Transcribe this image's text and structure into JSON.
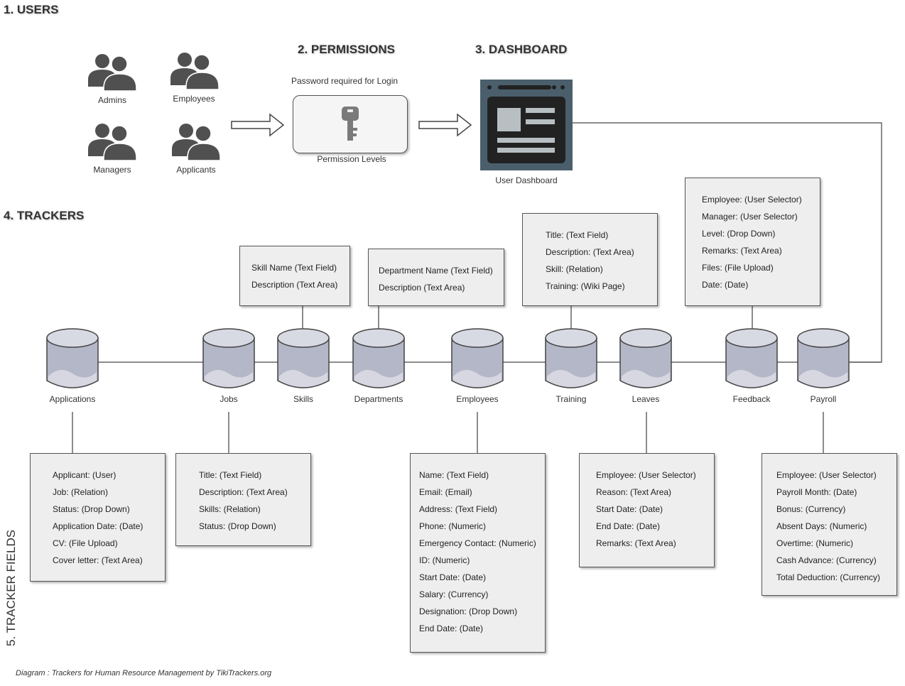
{
  "sections": {
    "users": "1. USERS",
    "permissions": "2. PERMISSIONS",
    "dashboard": "3. DASHBOARD",
    "trackers": "4. TRACKERS",
    "tracker_fields": "5. TRACKER FIELDS"
  },
  "users": [
    "Admins",
    "Employees",
    "Managers",
    "Applicants"
  ],
  "permissions": {
    "caption": "Password required for Login",
    "label": "Permission Levels",
    "icon": "key-icon"
  },
  "dashboard": {
    "label": "User Dashboard",
    "icon": "browser-window-icon"
  },
  "trackers": [
    "Applications",
    "Jobs",
    "Skills",
    "Departments",
    "Employees",
    "Training",
    "Leaves",
    "Feedback",
    "Payroll"
  ],
  "field_boxes": {
    "skills": [
      "Skill Name (Text Field)",
      "Description (Text Area)"
    ],
    "departments": [
      "Department Name (Text Field)",
      "Description (Text Area)"
    ],
    "training": [
      "Title: (Text Field)",
      "Description: (Text Area)",
      "Skill: (Relation)",
      "Training: (Wiki Page)"
    ],
    "feedback": [
      "Employee: (User Selector)",
      "Manager: (User Selector)",
      "Level: (Drop Down)",
      "Remarks: (Text Area)",
      "Files: (File Upload)",
      "Date: (Date)"
    ],
    "applications": [
      "Applicant: (User)",
      "Job: (Relation)",
      "Status: (Drop Down)",
      "Application Date: (Date)",
      "CV: (File Upload)",
      "Cover letter: (Text Area)"
    ],
    "jobs": [
      "Title: (Text Field)",
      "Description: (Text Area)",
      "Skills: (Relation)",
      "Status: (Drop Down)"
    ],
    "employees": [
      "Name: (Text Field)",
      "Email: (Email)",
      "Address: (Text Field)",
      "Phone: (Numeric)",
      "Emergency Contact: (Numeric)",
      "ID: (Numeric)",
      "Start Date: (Date)",
      "Salary: (Currency)",
      "Designation: (Drop Down)",
      "End Date: (Date)"
    ],
    "leaves": [
      "Employee: (User Selector)",
      "Reason: (Text Area)",
      "Start Date: (Date)",
      "End Date: (Date)",
      "Remarks: (Text Area)"
    ],
    "payroll": [
      "Employee: (User Selector)",
      "Payroll Month: (Date)",
      "Bonus: (Currency)",
      "Absent Days: (Numeric)",
      "Overtime: (Numeric)",
      "Cash Advance: (Currency)",
      "Total Deduction: (Currency)"
    ]
  },
  "footer": "Diagram : Trackers for Human Resource Management by TikiTrackers.org",
  "colors": {
    "cylinder_body": "#b4b7c7",
    "cylinder_top": "#d7d9e3",
    "user_icon": "#505050",
    "dashboard_frame": "#4a5f6b",
    "box_fill": "#eeeeee"
  }
}
